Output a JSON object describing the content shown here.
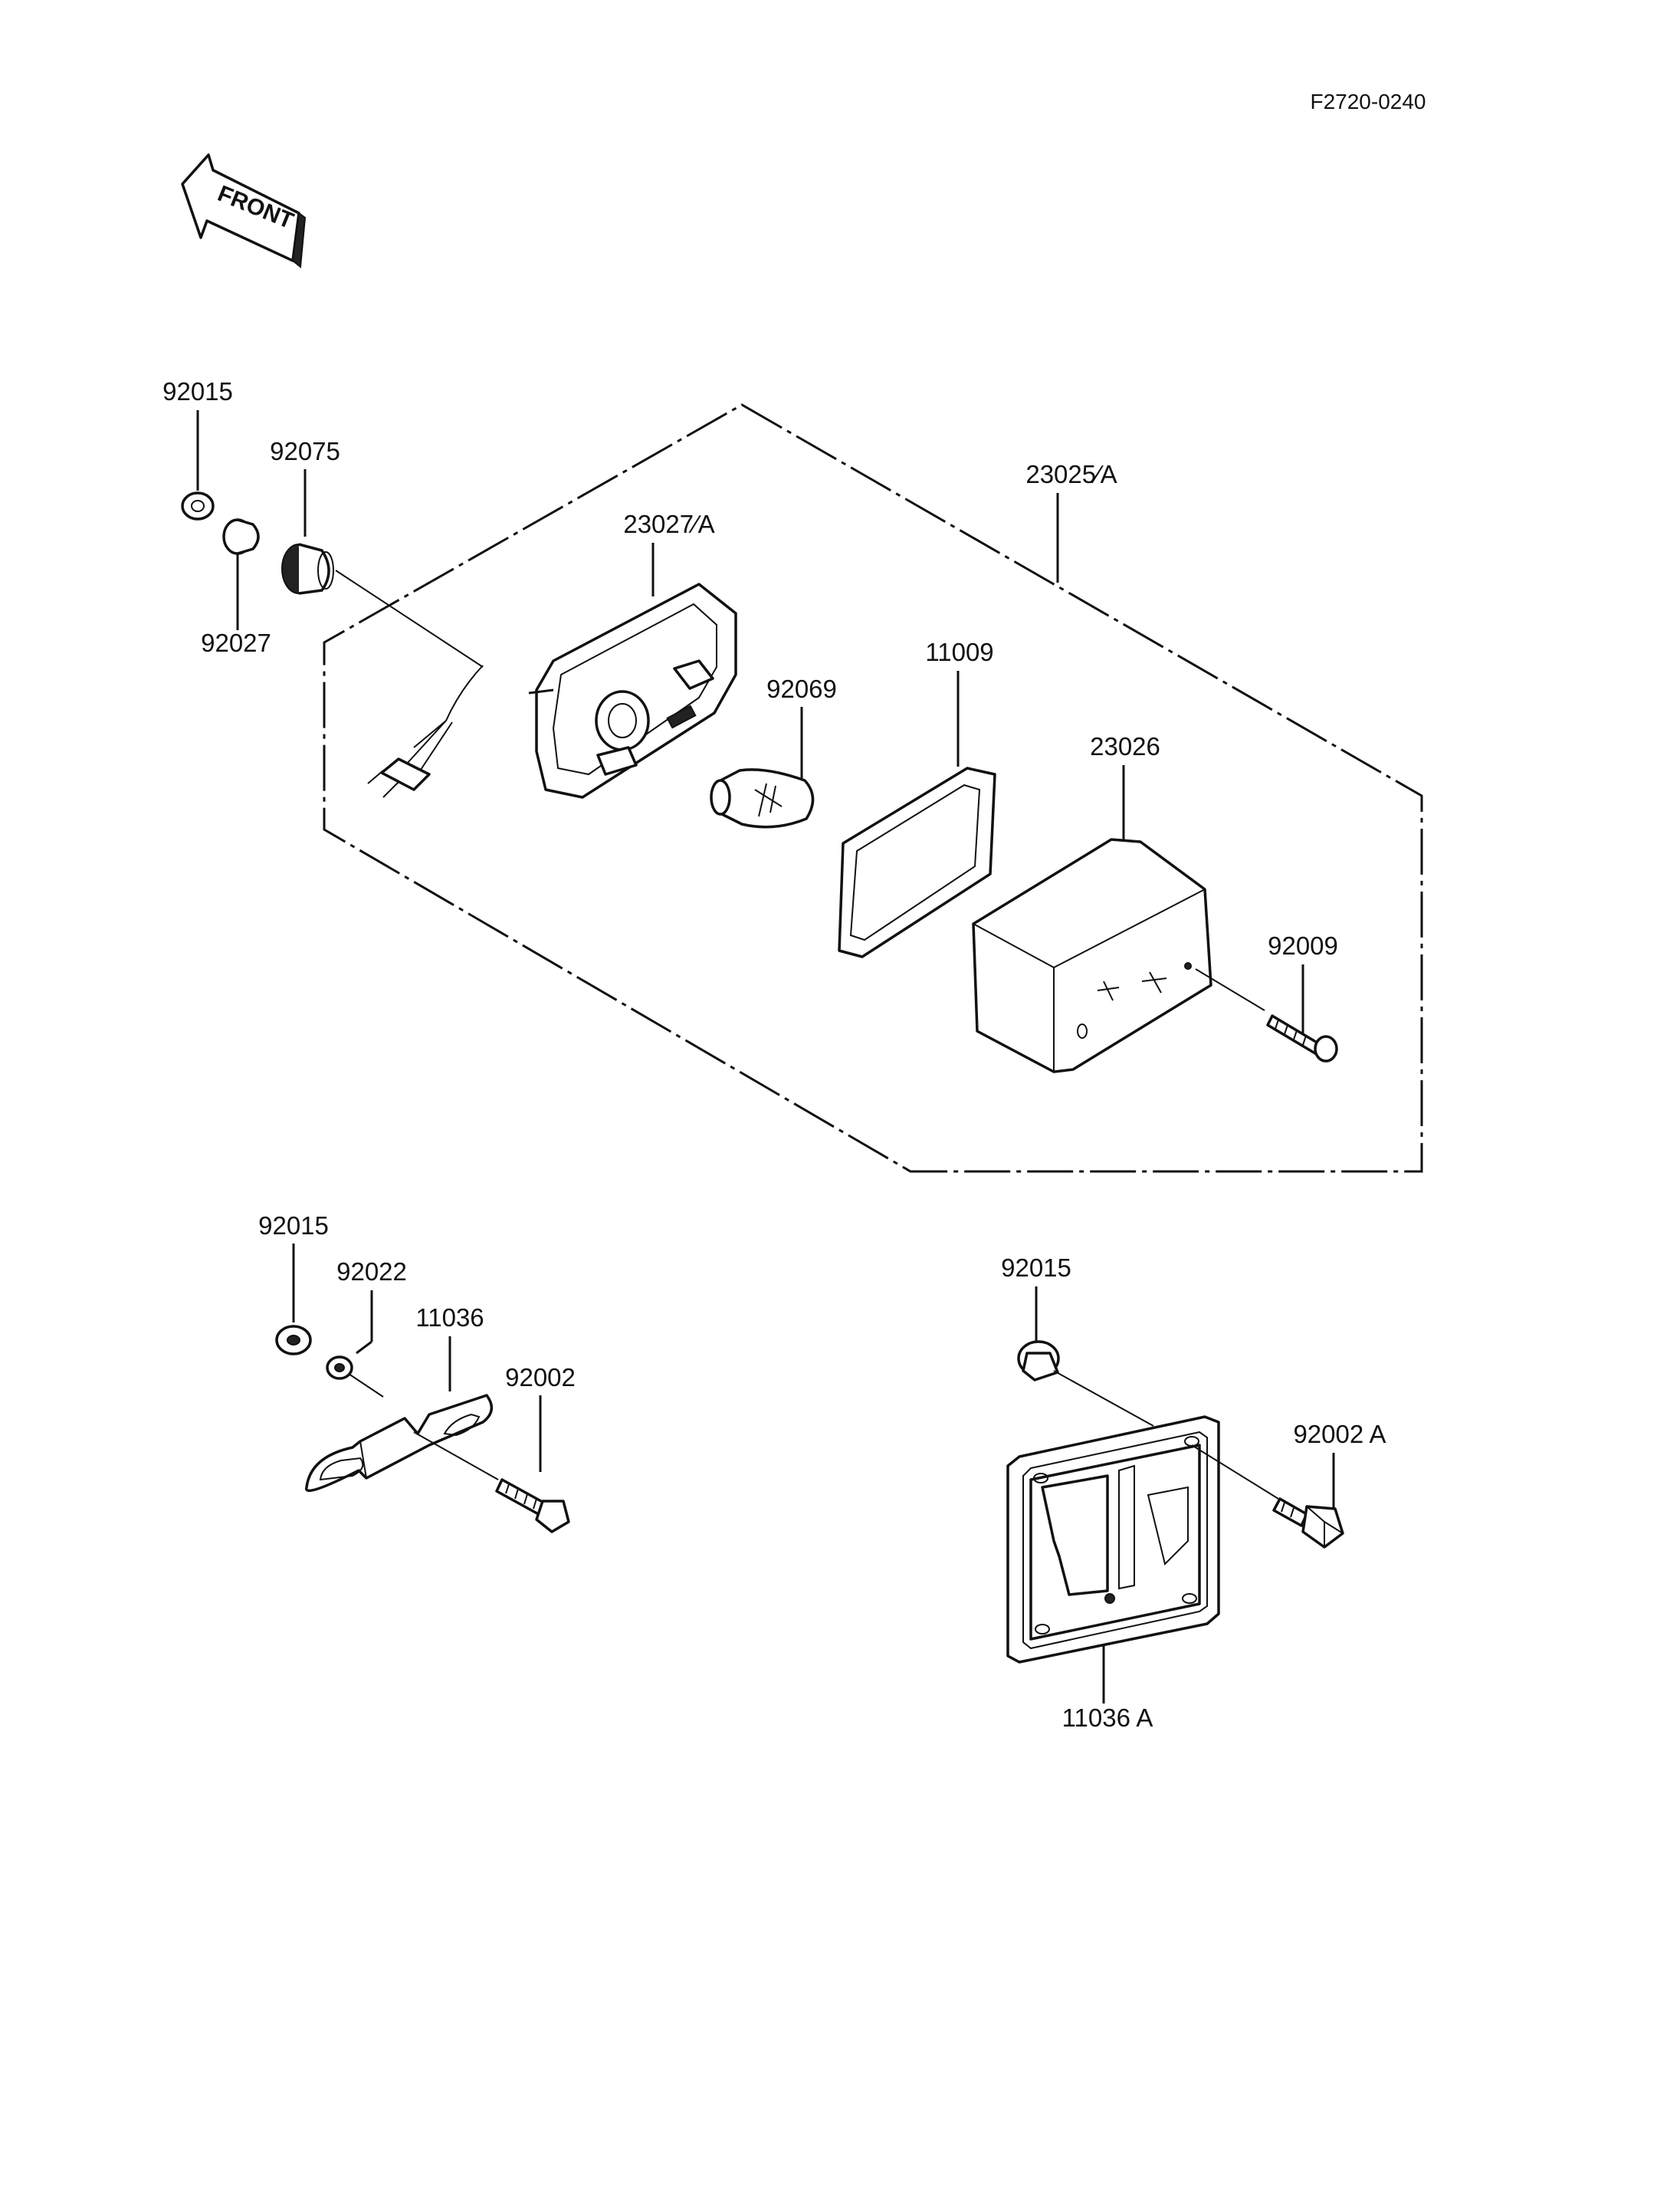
{
  "figure_code": "F2720-0240",
  "front_arrow_label": "FRONT",
  "labels": {
    "p92015_a": "92015",
    "p92075": "92075",
    "p92027": "92027",
    "p23027a": "23027∕A",
    "p23025a": "23025∕A",
    "p11009": "11009",
    "p92069": "92069",
    "p23026": "23026",
    "p92009": "92009",
    "p92015_b": "92015",
    "p92022": "92022",
    "p11036": "11036",
    "p92002": "92002",
    "p92015_c": "92015",
    "p92002a": "92002 A",
    "p11036a": "11036 A"
  }
}
